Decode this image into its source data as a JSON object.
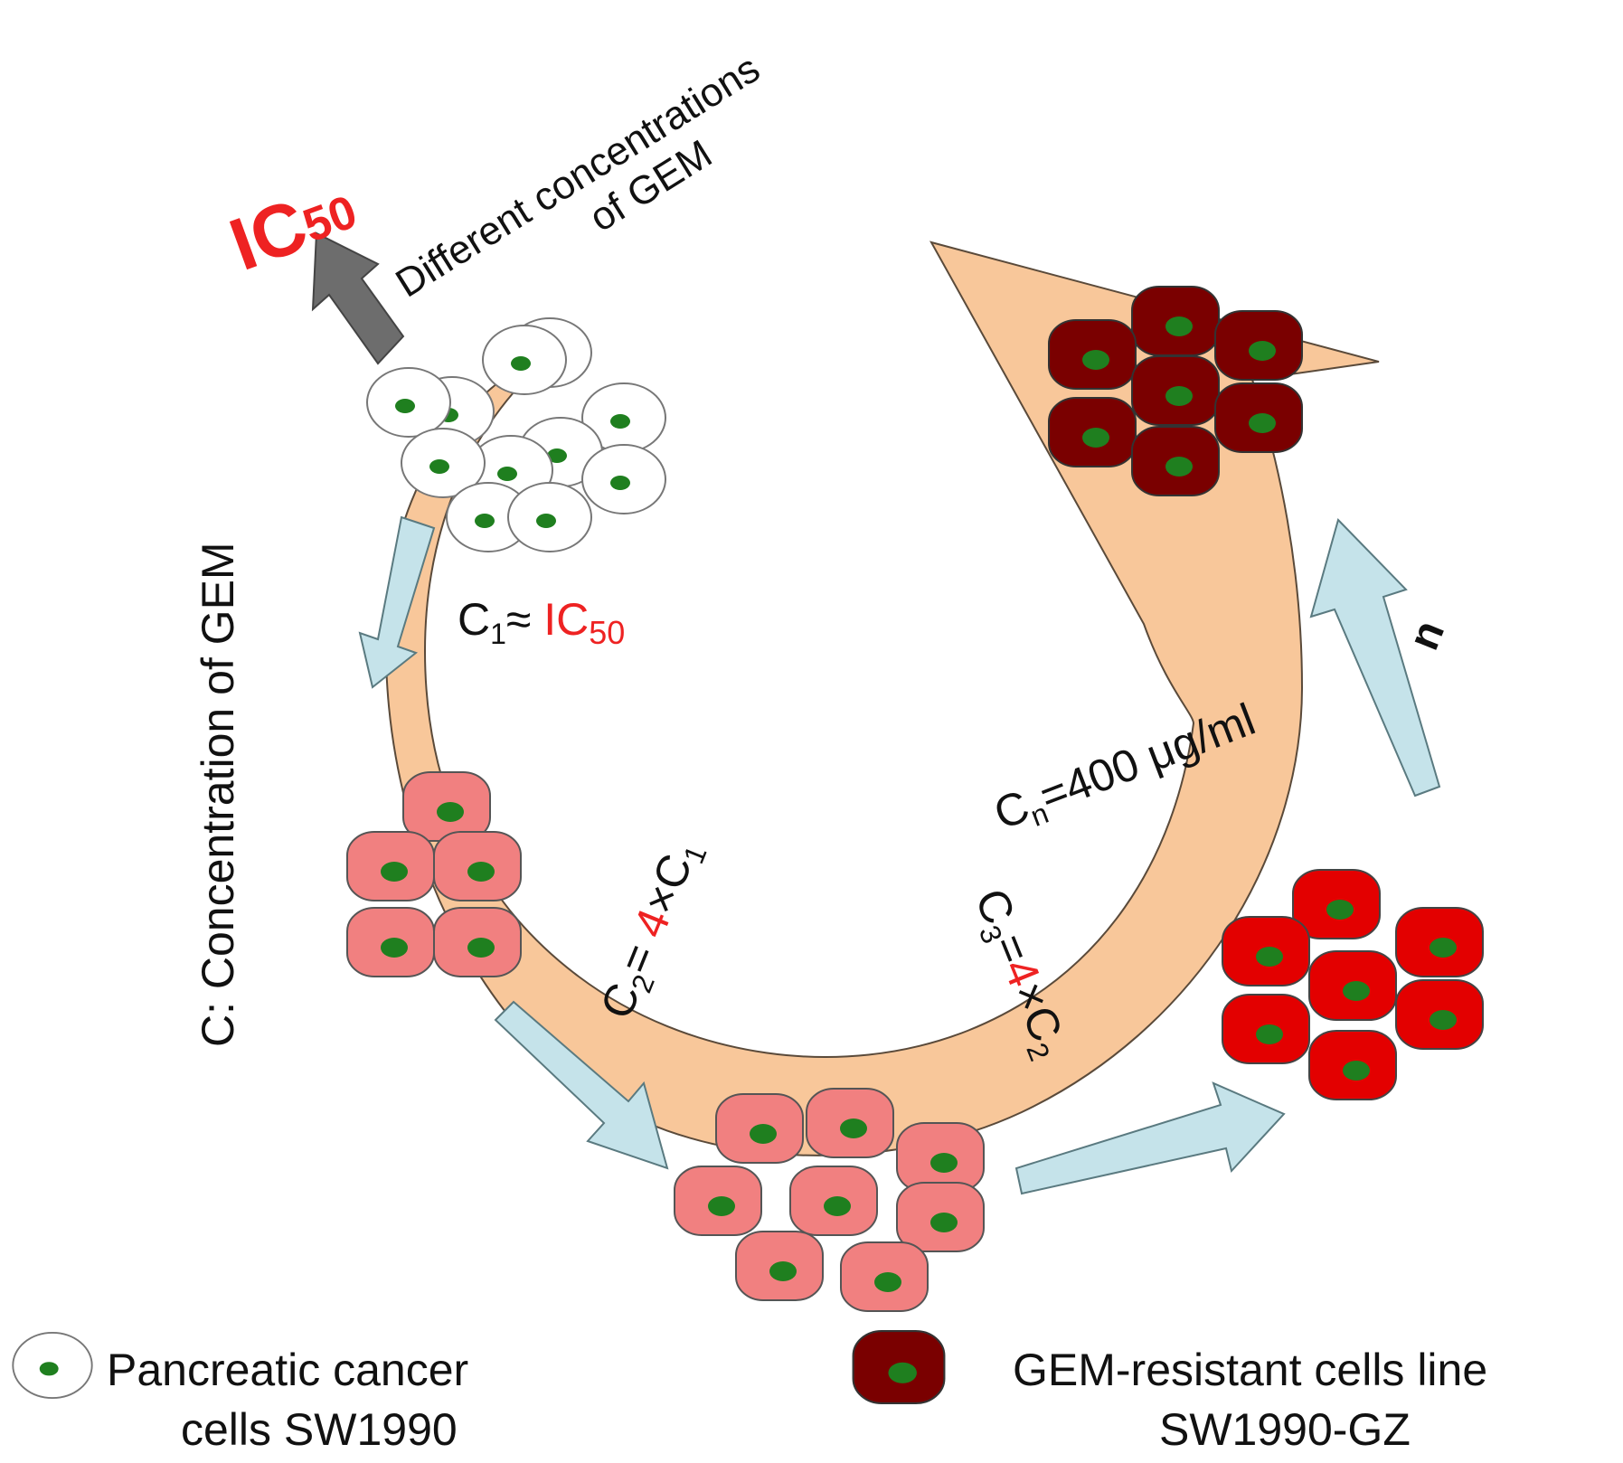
{
  "ic50_top": {
    "main": "IC",
    "sub": "50"
  },
  "gray_arrow_caption": {
    "line1": "Different concentrations",
    "line2": "of GEM"
  },
  "side_label": "C: Concentration of GEM",
  "c1_label": {
    "c": "C",
    "sub": "1",
    "approx": "≈ ",
    "ic": "IC",
    "ic_sub": "50"
  },
  "c2_label": {
    "c": "C",
    "sub": "2",
    "eq": "= ",
    "factor": "4",
    "times": "×",
    "c1": "C",
    "c1_sub": "1"
  },
  "c3_label": {
    "c": "C",
    "sub": "3",
    "eq": "=",
    "factor": "4",
    "times": "×",
    "c2": "C",
    "c2_sub": "2"
  },
  "cn_label": {
    "c": "C",
    "sub": "n",
    "rest": "=400 μg/ml"
  },
  "n_label": "n",
  "legend": {
    "left": {
      "line1": "Pancreatic cancer",
      "line2": "cells SW1990"
    },
    "right": {
      "line1": "GEM-resistant cells line",
      "line2": "SW1990-GZ"
    }
  },
  "colors": {
    "ring": "#f8c79a",
    "ring_stroke": "#5a4a3a",
    "flow_arrow": "#c5e3ea",
    "gray_arrow": "#6d6d6d",
    "pink_cell": "#f18080",
    "red_cell": "#e30000",
    "dark_cell": "#7a0000",
    "nucleus": "#1f7f1f",
    "highlight_red": "#ee2222"
  }
}
